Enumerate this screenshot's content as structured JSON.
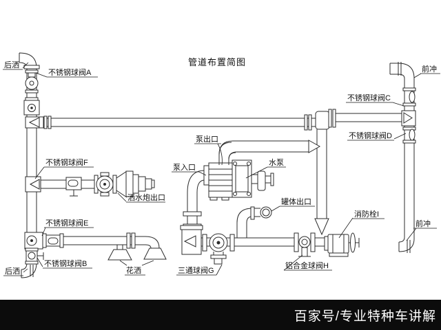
{
  "diagram_title": "管道布置简图",
  "labels": {
    "rear_spray_top": "后洒",
    "valve_a": "不锈钢球阀A",
    "front_flush_top": "前冲",
    "valve_c": "不锈钢球阀C",
    "valve_d": "不锈钢球阀D",
    "pump_outlet": "泵出口",
    "pump_inlet": "泵入口",
    "water_pump": "水泵",
    "tank_outlet": "罐体出口",
    "fire_hydrant_i": "消防栓I",
    "front_flush_bottom": "前冲",
    "valve_f": "不锈钢球阀F",
    "water_cannon_outlet": "洒水炮出口",
    "valve_e": "不锈钢球阀E",
    "valve_b": "不锈钢球阀B",
    "rear_spray_bottom": "后洒",
    "shower_spray": "花洒",
    "three_way_valve_g": "三通球阀G",
    "aluminum_valve_h": "铝合金球阀H"
  },
  "footer": {
    "watermark": "百家号/专业特种车讲解"
  },
  "colors": {
    "background": "#ffffff",
    "line": "#2b2b2b",
    "label_text": "#111111",
    "footer_bg": "#0c0c0c",
    "footer_text": "#ffffff"
  }
}
